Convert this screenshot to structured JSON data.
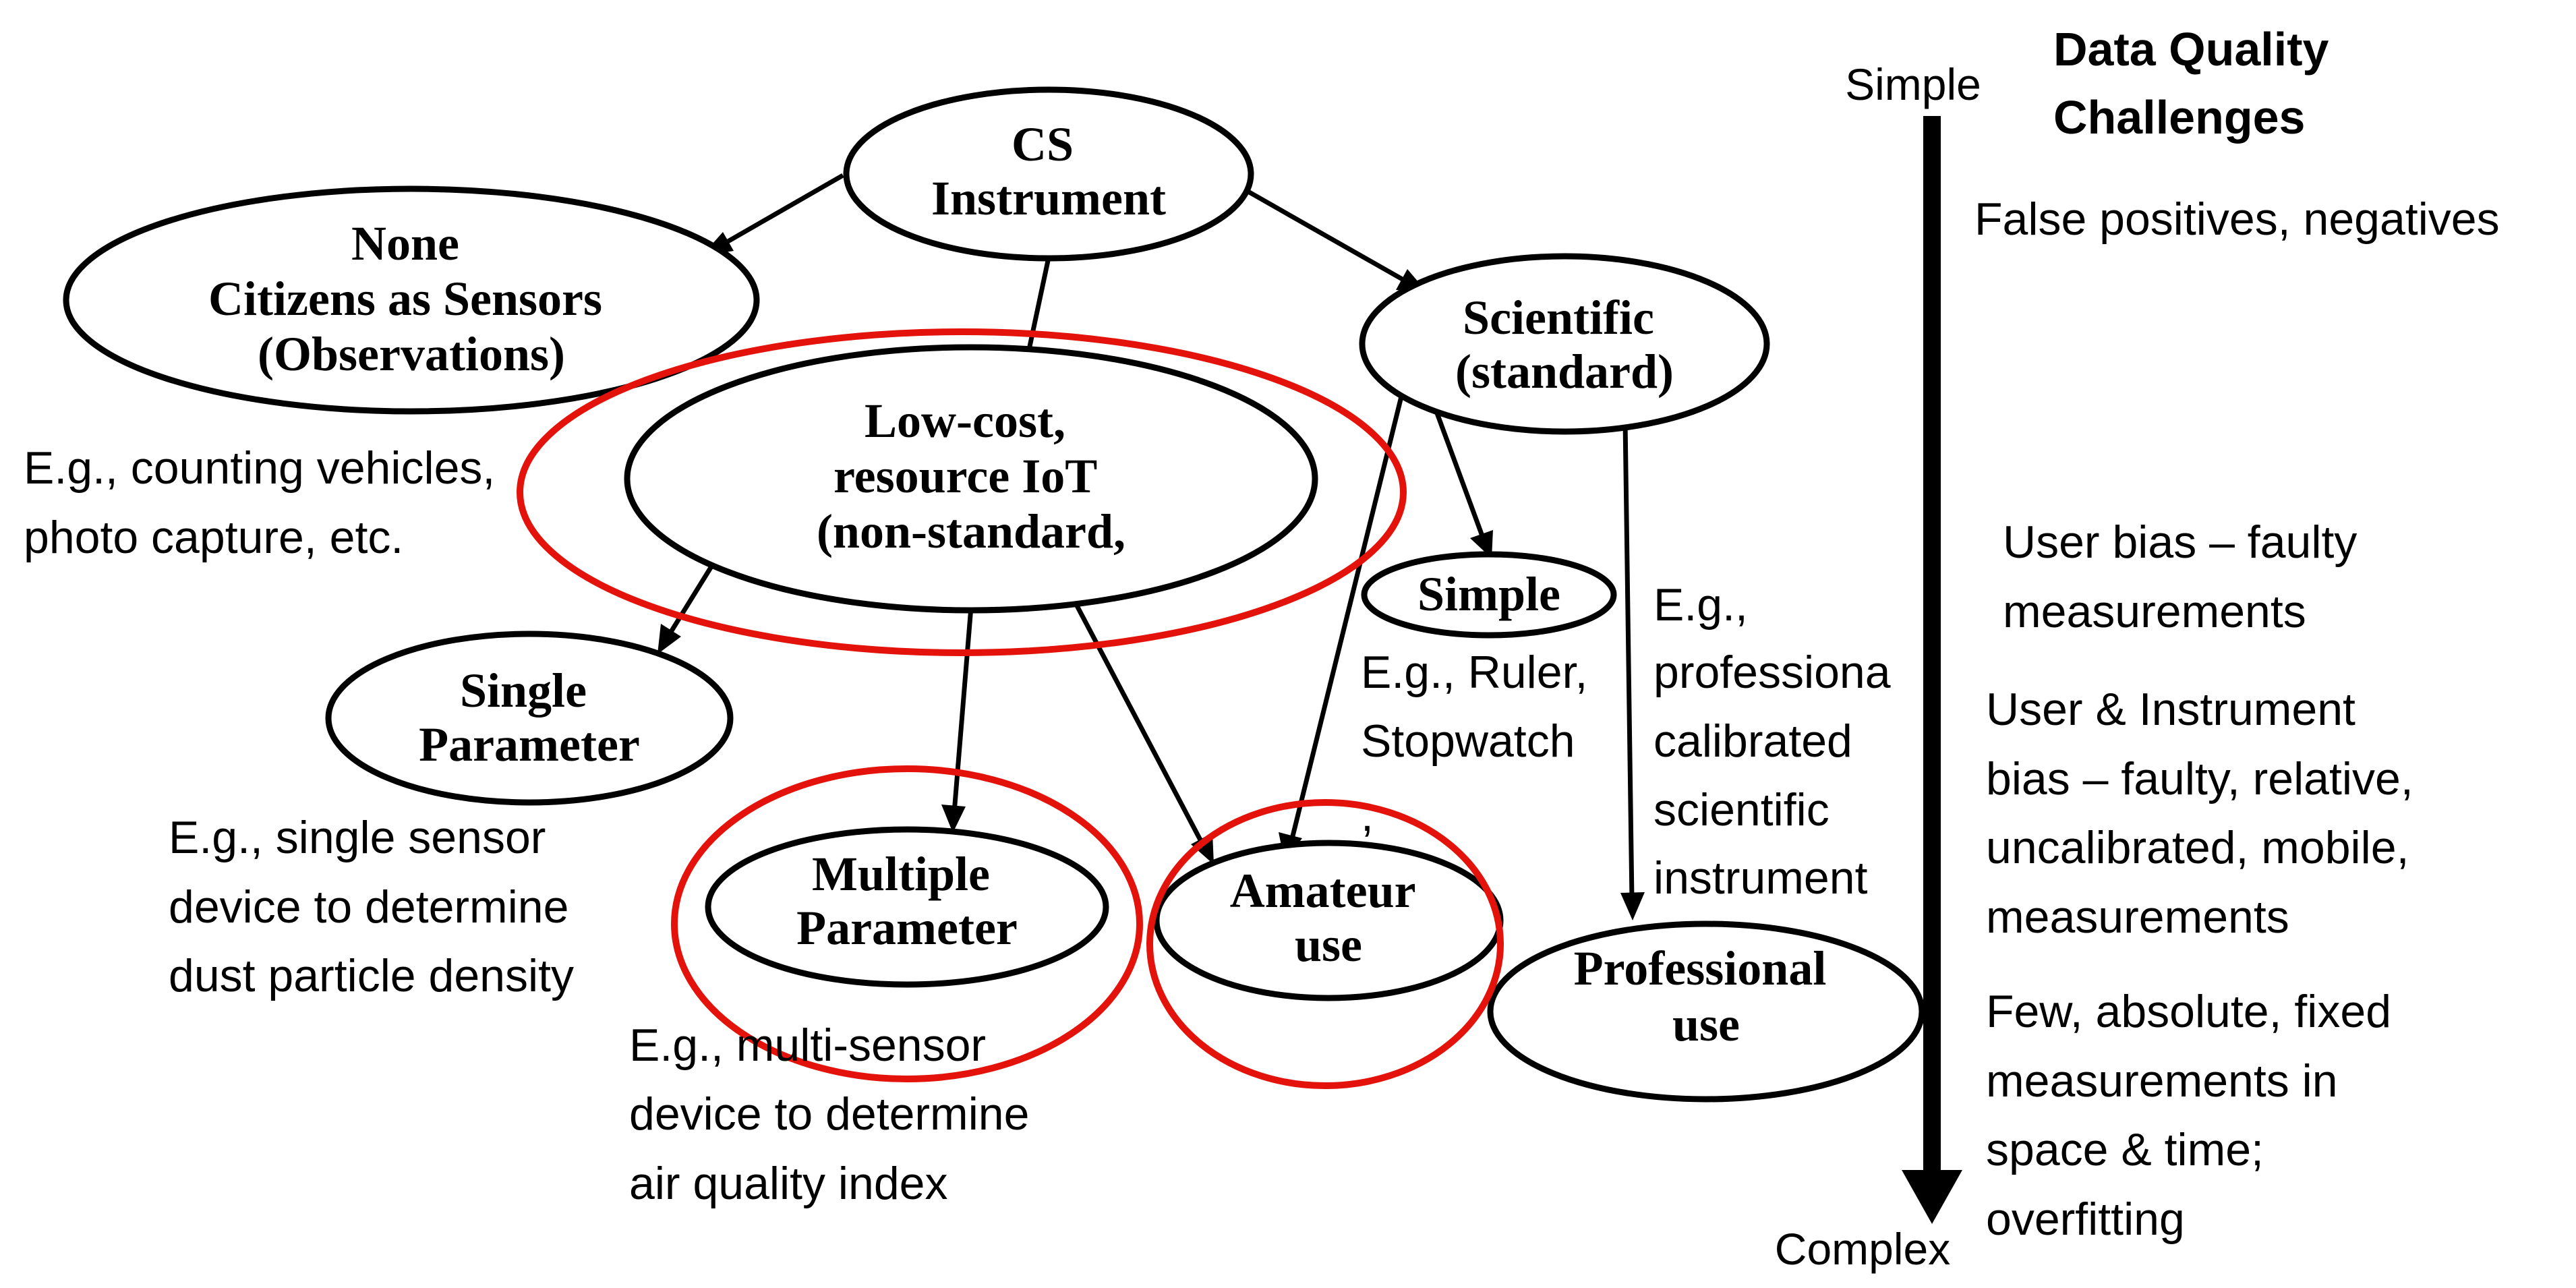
{
  "nodes": {
    "cs_instrument": [
      "CS",
      "Instrument"
    ],
    "none": [
      "None",
      "Citizens as Sensors",
      "(Observations)"
    ],
    "lowcost": [
      "Low-cost,",
      "resource IoT",
      "(non-standard,"
    ],
    "scientific": [
      "Scientific",
      "(standard)"
    ],
    "simple": [
      "Simple"
    ],
    "single": [
      "Single",
      "Parameter"
    ],
    "multiple": [
      "Multiple",
      "Parameter"
    ],
    "amateur": [
      "Amateur",
      "use"
    ],
    "professional": [
      "Professional",
      "use"
    ]
  },
  "examples": {
    "counting": [
      "E.g., counting vehicles,",
      "photo capture, etc."
    ],
    "ruler": [
      "E.g., Ruler,",
      "Stopwatch",
      ","
    ],
    "professional_instr": [
      "E.g.,",
      "professiona",
      "calibrated",
      "scientific",
      "instrument"
    ],
    "single_sensor": [
      "E.g., single sensor",
      "device to determine",
      "dust particle density"
    ],
    "multi_sensor": [
      "E.g., multi-sensor",
      "device to determine",
      "air quality index"
    ]
  },
  "axis": {
    "top_label": "Simple",
    "bottom_label": "Complex"
  },
  "side_panel": {
    "heading": [
      "Data Quality",
      "Challenges"
    ],
    "items": [
      [
        "False positives, negatives"
      ],
      [
        "User bias – faulty",
        "measurements"
      ],
      [
        "User & Instrument",
        "bias – faulty, relative,",
        "uncalibrated, mobile,",
        "measurements"
      ],
      [
        "Few, absolute, fixed",
        "measurements in",
        "space & time;",
        "overfitting"
      ]
    ]
  },
  "colors": {
    "highlight": "#e3120b",
    "stroke": "#000000"
  }
}
